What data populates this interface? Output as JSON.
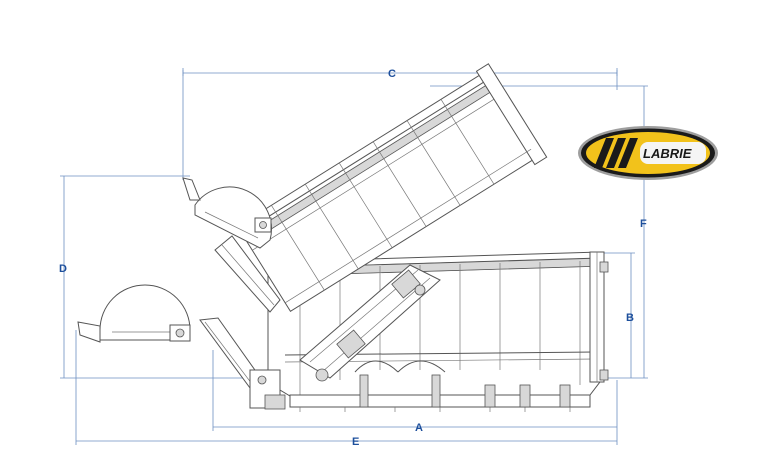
{
  "dimensions": {
    "a": "A",
    "b": "B",
    "c": "C",
    "d": "D",
    "e": "E",
    "f": "F"
  },
  "logo": {
    "text": "LABRIE",
    "colors": {
      "yellow": "#f2c21b",
      "dark": "#1a1a1a",
      "silver": "#c9c9c9"
    }
  },
  "colors": {
    "dimension_line": "#6d8fc0",
    "dimension_text": "#1d4f9c",
    "drawing_line": "#555555"
  }
}
